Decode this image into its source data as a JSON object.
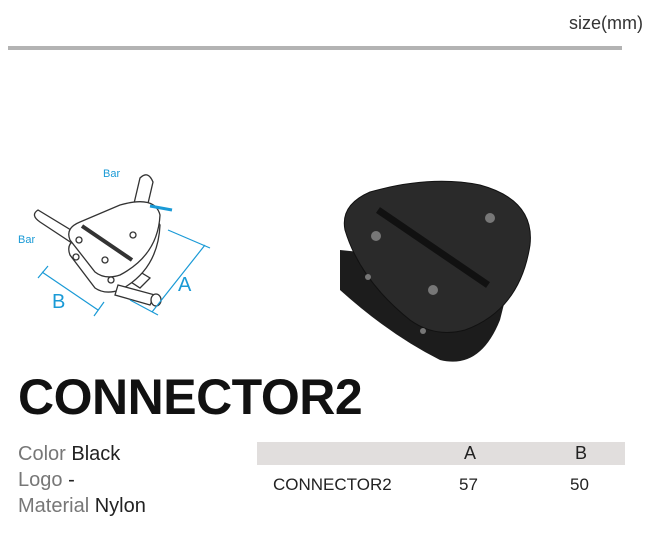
{
  "header": {
    "unit_label": "size(mm)"
  },
  "diagram": {
    "bar_label_top": "Bar",
    "bar_label_left": "Bar",
    "dim_a": "A",
    "dim_b": "B",
    "accent": "#1a9ad6"
  },
  "product": {
    "name": "CONNECTOR2"
  },
  "specs": [
    {
      "label": "Color",
      "value": "Black"
    },
    {
      "label": "Logo",
      "value": "-"
    },
    {
      "label": "Material",
      "value": "Nylon"
    }
  ],
  "table": {
    "columns": [
      "",
      "A",
      "B"
    ],
    "rows": [
      [
        "CONNECTOR2",
        "57",
        "50"
      ]
    ]
  }
}
